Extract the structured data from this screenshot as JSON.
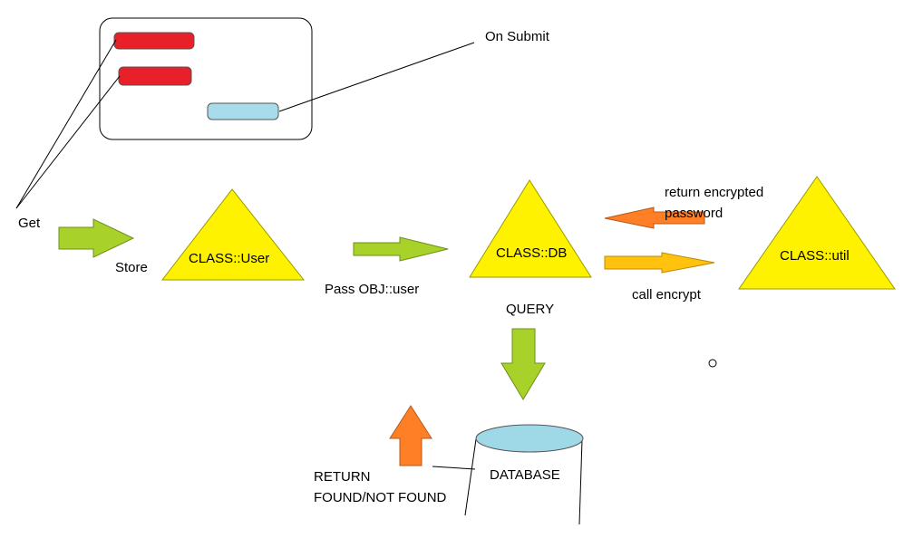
{
  "labels": {
    "on_submit": "On Submit",
    "get": "Get",
    "store": "Store",
    "class_user": "CLASS::User",
    "pass_obj": "Pass OBJ::user",
    "class_db": "CLASS::DB",
    "return_encrypted_line1": "return encrypted",
    "return_encrypted_line2": "password",
    "call_encrypt": "call encrypt",
    "class_util": "CLASS::util",
    "query": "QUERY",
    "database": "DATABASE",
    "return_line1": "RETURN",
    "return_line2": "FOUND/NOT FOUND"
  },
  "colors": {
    "field_red": "#e8202a",
    "submit_button": "#a8dcea",
    "triangle_yellow": "#fff200",
    "arrow_green": "#a8d22a",
    "arrow_orange": "#ff7f27",
    "arrow_light_orange": "#ffc20e",
    "database_top": "#9fd9e8"
  }
}
